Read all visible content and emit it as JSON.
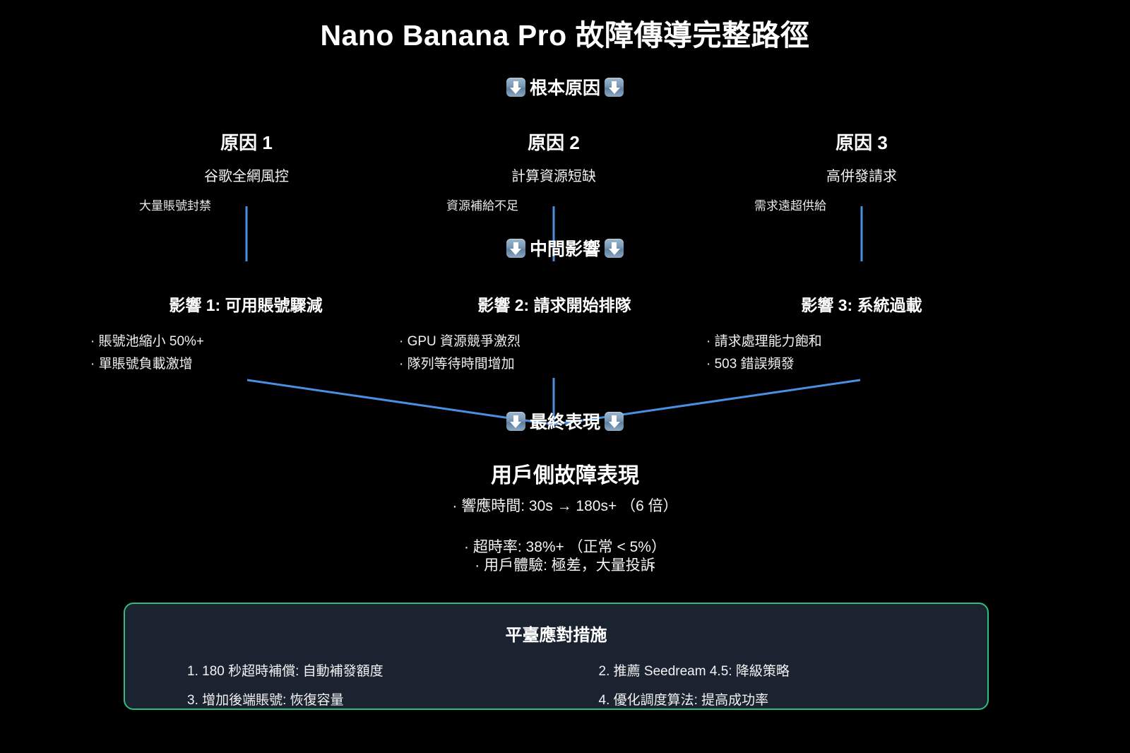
{
  "title": "Nano Banana Pro 故障傳導完整路徑",
  "colors": {
    "background": "#000000",
    "connector_line": "#4a90e2",
    "box_border": "#2ebd7e",
    "box_fill": "#1b2230",
    "text": "#ffffff"
  },
  "sections": {
    "root_cause": {
      "label": "根本原因",
      "icon_left": "down-arrow-emoji",
      "icon_right": "down-arrow-emoji"
    },
    "intermediate": {
      "label": "中間影響",
      "icon_left": "down-arrow-emoji",
      "icon_right": "down-arrow-emoji"
    },
    "final": {
      "label": "最終表現",
      "icon_left": "down-arrow-emoji",
      "icon_right": "down-arrow-emoji"
    }
  },
  "causes": [
    {
      "title": "原因 1",
      "subtitle": "谷歌全網風控",
      "detail": "大量賬號封禁"
    },
    {
      "title": "原因 2",
      "subtitle": "計算資源短缺",
      "detail": "資源補給不足"
    },
    {
      "title": "原因 3",
      "subtitle": "高併發請求",
      "detail": "需求遠超供給"
    }
  ],
  "impacts": [
    {
      "title": "影響 1: 可用賬號驟減",
      "items": [
        "賬號池縮小 50%+",
        "單賬號負載激增"
      ]
    },
    {
      "title": "影響 2: 請求開始排隊",
      "items": [
        "GPU 資源競爭激烈",
        "隊列等待時間增加"
      ]
    },
    {
      "title": "影響 3: 系統過載",
      "items": [
        "請求處理能力飽和",
        "503 錯誤頻發"
      ]
    }
  ],
  "final_manifestation": {
    "title": "用戶側故障表現",
    "items": [
      "響應時間: 30s → 180s+ （6 倍）",
      "超時率: 38%+ （正常 < 5%）",
      "用戶體驗: 極差，大量投訴"
    ]
  },
  "measures": {
    "title": "平臺應對措施",
    "items": [
      "1. 180 秒超時補償: 自動補發額度",
      "2. 推薦 Seedream 4.5: 降級策略",
      "3. 增加後端賬號: 恢復容量",
      "4. 優化調度算法: 提高成功率"
    ]
  }
}
